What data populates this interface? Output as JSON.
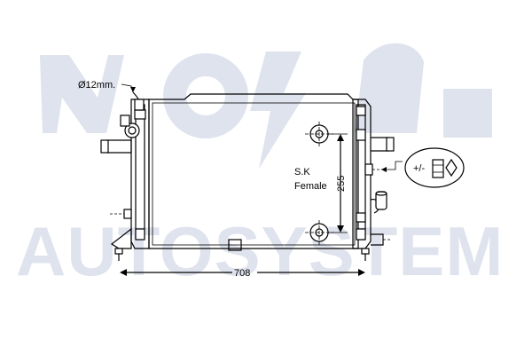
{
  "watermark": {
    "brand": "AUTOSYSTEM"
  },
  "labels": {
    "pipe_diameter": "Ø12mm.",
    "connector_line1": "S.K",
    "connector_line2": "Female",
    "width_dim": "708",
    "height_dim": "255",
    "sensor_symbol": "+/-"
  },
  "colors": {
    "line": "#000000",
    "watermark": "#dfe3ee",
    "background": "#ffffff"
  }
}
